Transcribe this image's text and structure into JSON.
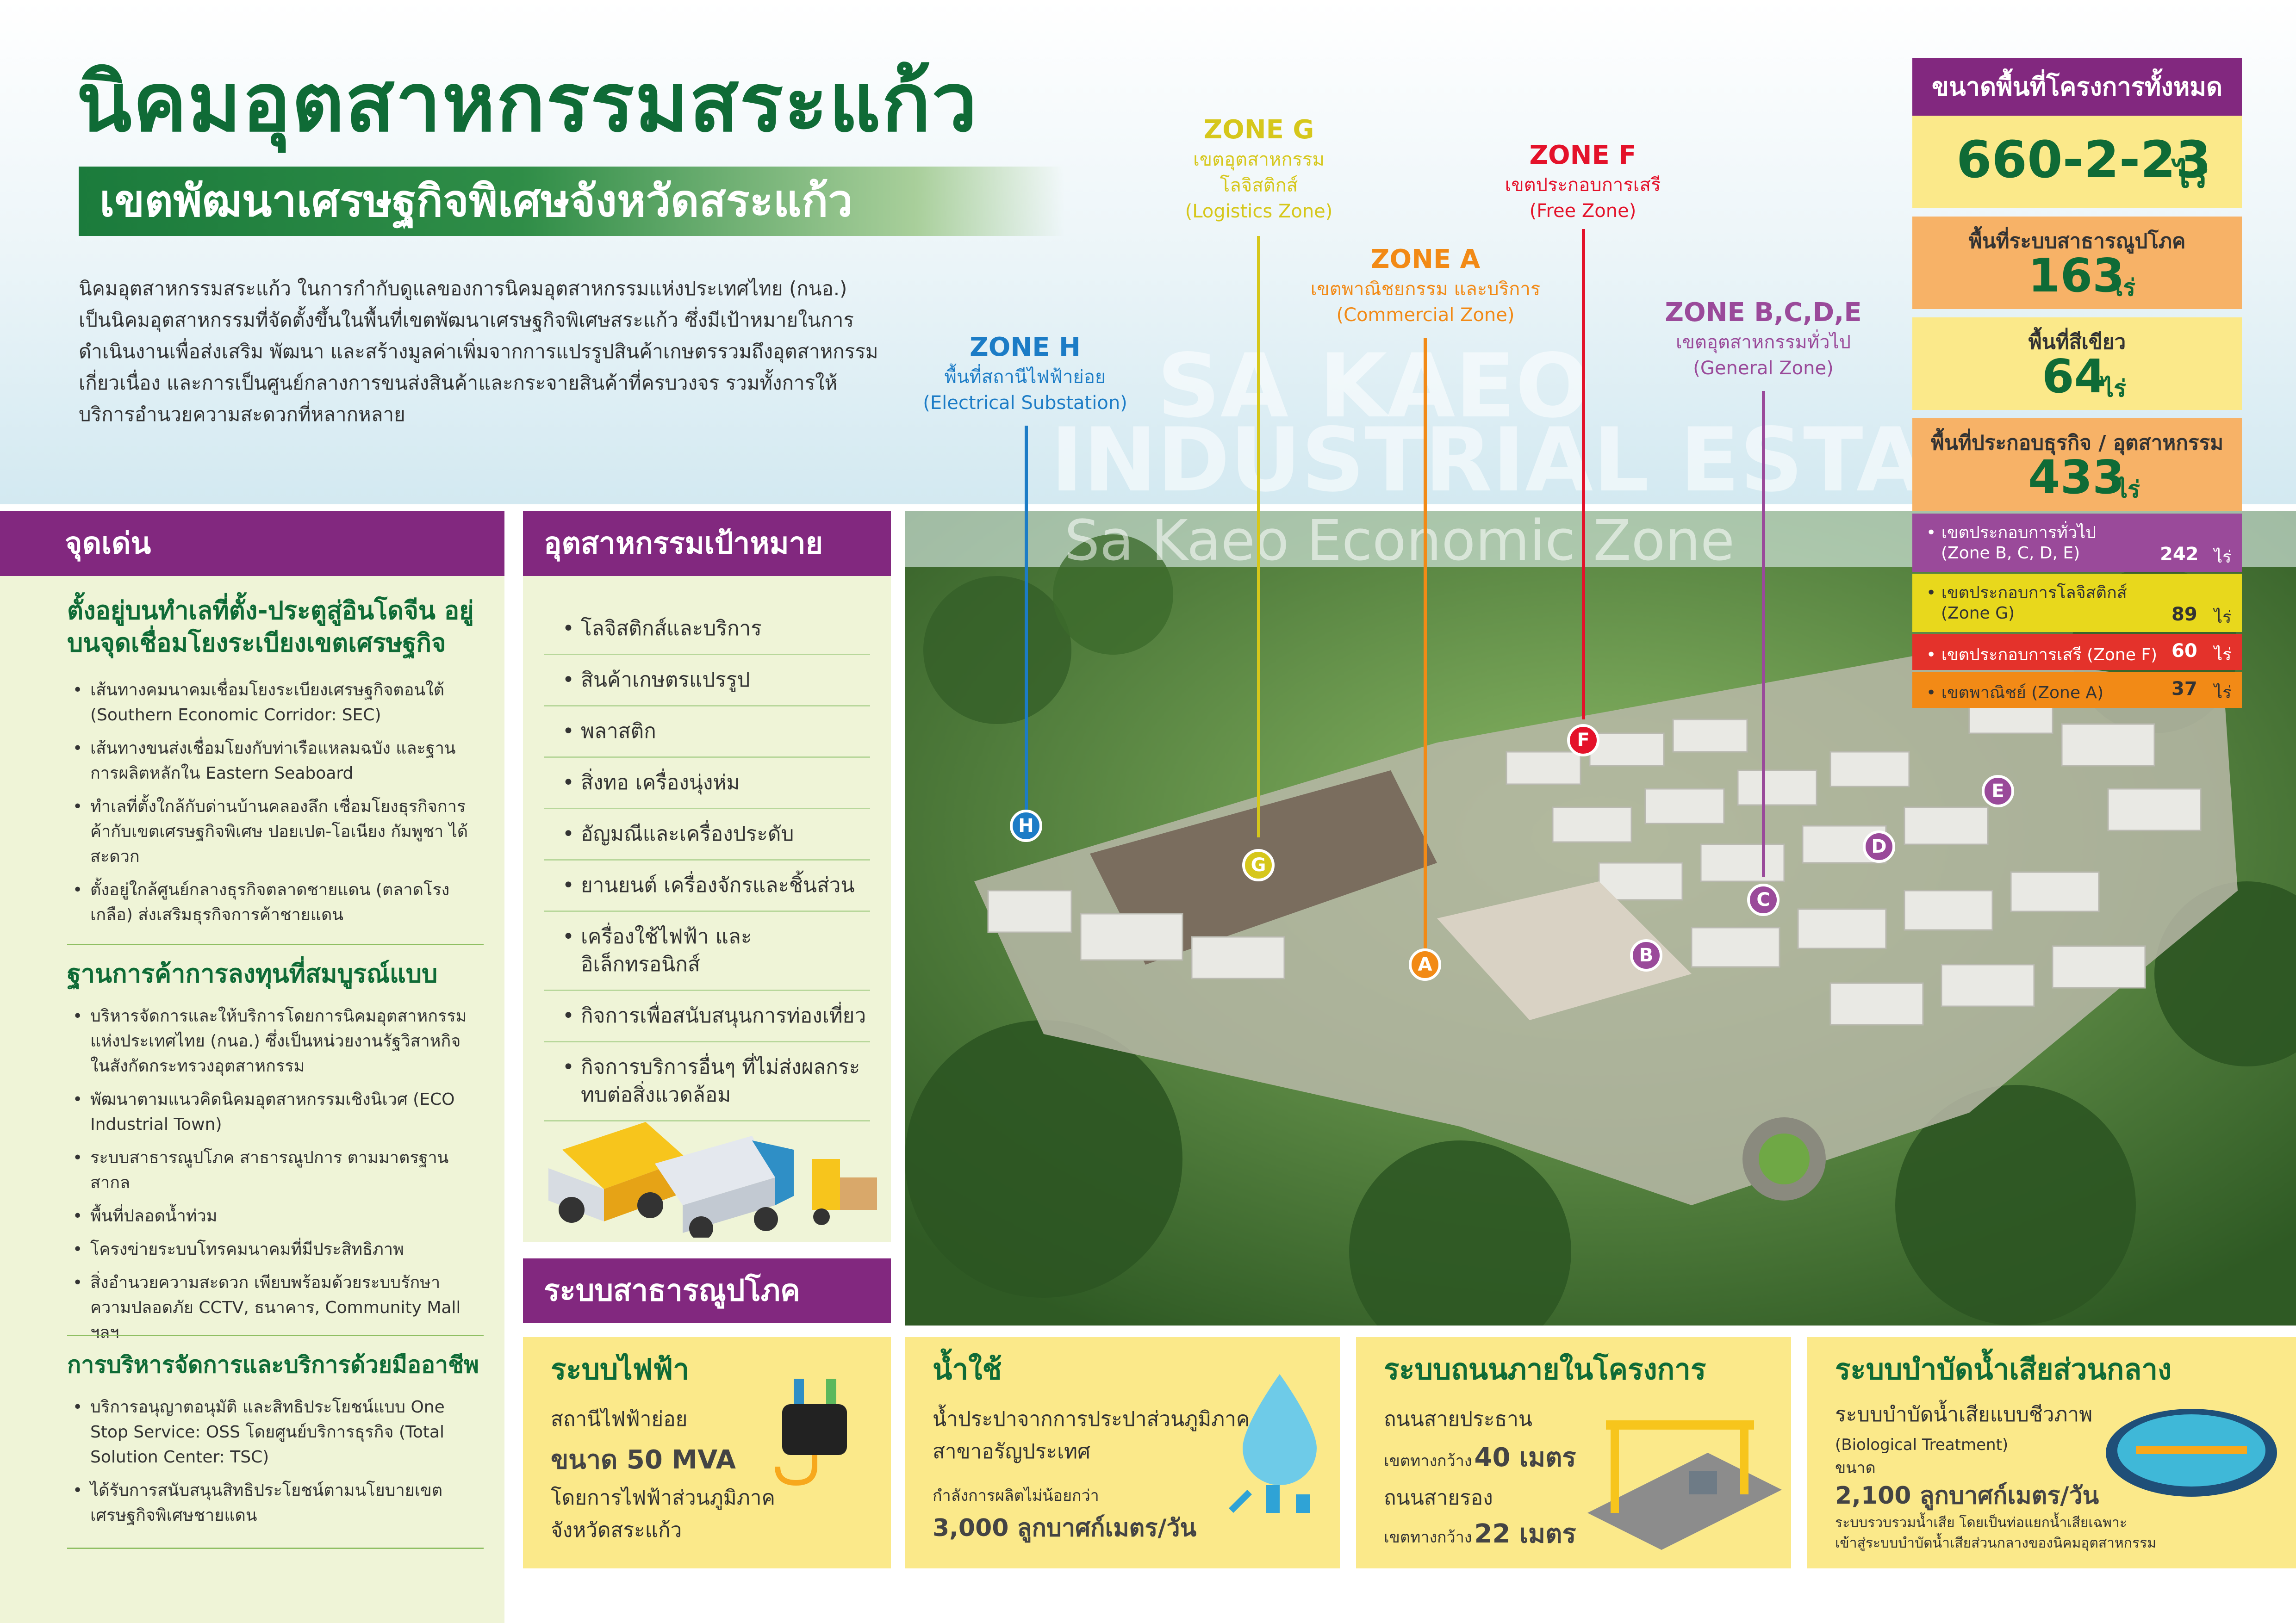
{
  "header": {
    "title": "นิคมอุตสาหกรรมสระแก้ว",
    "subtitle": "เขตพัฒนาเศรษฐกิจพิเศษจังหวัดสระแก้ว",
    "intro": "นิคมอุตสาหกรรมสระแก้ว ในการกำกับดูแลของการนิคมอุตสาหกรรมแห่งประเทศไทย (กนอ.) เป็นนิคมอุตสาหกรรมที่จัดตั้งขึ้นในพื้นที่เขตพัฒนาเศรษฐกิจพิเศษสระแก้ว ซึ่งมีเป้าหมายในการดำเนินงานเพื่อส่งเสริม พัฒนา และสร้างมูลค่าเพิ่มจากการแปรรูปสินค้าเกษตรรวมถึงอุตสาหกรรมเกี่ยวเนื่อง และการเป็นศูนย์กลางการขนส่งสินค้าและกระจายสินค้าที่ครบวงจร รวมทั้งการให้บริการอำนวยความสะดวกที่หลากหลาย"
  },
  "watermark": {
    "line1": "SA KAEO",
    "line2": "INDUSTRIAL ESTATE",
    "line3": "Sa Kaeo Economic Zone"
  },
  "zones": {
    "g": {
      "title": "ZONE G",
      "th": "เขตอุตสาหกรรม",
      "th2": "โลจิสติกส์",
      "en": "(Logistics Zone)",
      "pin": "G"
    },
    "f": {
      "title": "ZONE F",
      "th": "เขตประกอบการเสรี",
      "en": "(Free Zone)",
      "pin": "F"
    },
    "a": {
      "title": "ZONE A",
      "th": "เขตพาณิชยกรรม และบริการ",
      "en": "(Commercial Zone)",
      "pin": "A"
    },
    "bcde": {
      "title": "ZONE B,C,D,E",
      "th": "เขตอุตสาหกรรมทั่วไป",
      "en": "(General Zone)",
      "pin_b": "B",
      "pin_c": "C",
      "pin_d": "D",
      "pin_e": "E"
    },
    "h": {
      "title": "ZONE H",
      "th": "พื้นที่สถานีไฟฟ้าย่อย",
      "en": "(Electrical Substation)",
      "pin": "H"
    }
  },
  "area": {
    "header": "ขนาดพื้นที่โครงการทั้งหมด",
    "total": "660-2-23",
    "unit": "ไร่",
    "utilities_label": "พื้นที่ระบบสาธารณูปโภค",
    "utilities_value": "163",
    "green_label": "พื้นที่สีเขียว",
    "green_value": "64",
    "business_label": "พื้นที่ประกอบธุรกิจ / อุตสาหกรรม",
    "business_value": "433",
    "breakdown": [
      {
        "label": "เขตประกอบการทั่วไป",
        "sub": "(Zone B, C, D, E)",
        "value": "242",
        "unit": "ไร่"
      },
      {
        "label": "เขตประกอบการโลจิสติกส์",
        "sub": "(Zone G)",
        "value": "89",
        "unit": "ไร่"
      },
      {
        "label": "เขตประกอบการเสรี (Zone F)",
        "sub": "",
        "value": "60",
        "unit": "ไร่"
      },
      {
        "label": "เขตพาณิชย์ (Zone A)",
        "sub": "",
        "value": "37",
        "unit": "ไร่"
      }
    ]
  },
  "highlights": {
    "header": "จุดเด่น",
    "s1_title": "ตั้งอยู่บนทำเลที่ตั้ง-ประตูสู่อินโดจีน อยู่บนจุดเชื่อมโยงระเบียงเขตเศรษฐกิจ",
    "s1_items": [
      "เส้นทางคมนาคมเชื่อมโยงระเบียงเศรษฐกิจตอนใต้ (Southern Economic Corridor: SEC)",
      "เส้นทางขนส่งเชื่อมโยงกับท่าเรือแหลมฉบัง และฐานการผลิตหลักใน Eastern Seaboard",
      "ทำเลที่ตั้งใกล้กับด่านบ้านคลองลึก เชื่อมโยงธุรกิจการค้ากับเขตเศรษฐกิจพิเศษ ปอยเปต-โอเนียง กัมพูชา ได้สะดวก",
      "ตั้งอยู่ใกล้ศูนย์กลางธุรกิจตลาดชายแดน (ตลาดโรงเกลือ) ส่งเสริมธุรกิจการค้าชายแดน"
    ],
    "s2_title": "ฐานการค้าการลงทุนที่สมบูรณ์แบบ",
    "s2_items": [
      "บริหารจัดการและให้บริการโดยการนิคมอุตสาหกรรมแห่งประเทศไทย (กนอ.) ซึ่งเป็นหน่วยงานรัฐวิสาหกิจในสังกัดกระทรวงอุตสาหกรรม",
      "พัฒนาตามแนวคิดนิคมอุตสาหกรรมเชิงนิเวศ (ECO Industrial Town)",
      "ระบบสาธารณูปโภค สาธารณูปการ ตามมาตรฐานสากล",
      "พื้นที่ปลอดน้ำท่วม",
      "โครงข่ายระบบโทรคมนาคมที่มีประสิทธิภาพ",
      "สิ่งอำนวยความสะดวก เพียบพร้อมด้วยระบบรักษาความปลอดภัย CCTV, ธนาคาร, Community Mall ฯลฯ"
    ],
    "s3_title": "การบริหารจัดการและบริการด้วยมืออาชีพ",
    "s3_items": [
      "บริการอนุญาตอนุมัติ และสิทธิประโยชน์แบบ One Stop Service: OSS โดยศูนย์บริการธุรกิจ (Total Solution Center: TSC)",
      "ได้รับการสนับสนุนสิทธิประโยชน์ตามนโยบายเขตเศรษฐกิจพิเศษชายแดน"
    ]
  },
  "target": {
    "header": "อุตสาหกรรมเป้าหมาย",
    "items": [
      "โลจิสติกส์และบริการ",
      "สินค้าเกษตรแปรรูป",
      "พลาสติก",
      "สิ่งทอ เครื่องนุ่งห่ม",
      "อัญมณีและเครื่องประดับ",
      "ยานยนต์ เครื่องจักรและชิ้นส่วน",
      "เครื่องใช้ไฟฟ้า และอิเล็กทรอนิกส์",
      "กิจการเพื่อสนับสนุนการท่องเที่ยว",
      "กิจการบริการอื่นๆ ที่ไม่ส่งผลกระทบต่อสิ่งแวดล้อม"
    ]
  },
  "utilities": {
    "header": "ระบบสาธารณูปโภค",
    "power": {
      "title": "ระบบไฟฟ้า",
      "l1": "สถานีไฟฟ้าย่อย",
      "l2": "ขนาด 50 MVA",
      "l3": "โดยการไฟฟ้าส่วนภูมิภาค",
      "l4": "จังหวัดสระแก้ว"
    },
    "water": {
      "title": "น้ำใช้",
      "l1": "น้ำประปาจากการประปาส่วนภูมิภาค",
      "l2": "สาขาอรัญประเทศ",
      "l3": "กำลังการผลิตไม่น้อยกว่า",
      "l4": "3,000 ลูกบาศก์เมตร/วัน"
    },
    "road": {
      "title": "ระบบถนนภายในโครงการ",
      "l1": "ถนนสายประธาน",
      "l2a": "เขตทางกว้าง",
      "l2b": "40 เมตร",
      "l3": "ถนนสายรอง",
      "l4a": "เขตทางกว้าง",
      "l4b": "22 เมตร"
    },
    "wastewater": {
      "title": "ระบบบำบัดน้ำเสียส่วนกลาง",
      "l1": "ระบบบำบัดน้ำเสียแบบชีวภาพ",
      "l2": "(Biological Treatment)",
      "l3": "ขนาด",
      "l4": "2,100 ลูกบาศก์เมตร/วัน",
      "l5": "ระบบรวบรวมน้ำเสีย โดยเป็นท่อแยกน้ำเสียเฉพาะ",
      "l6": "เข้าสู่ระบบบำบัดน้ำเสียส่วนกลางของนิคมอุตสาหกรรม"
    }
  },
  "colors": {
    "green": "#0f6b36",
    "purple": "#82287f",
    "yellow": "#fbe98a",
    "orange": "#f7b267",
    "red": "#e4322b",
    "zone_g": "#d6c71b",
    "zone_f": "#e4122a",
    "zone_a": "#f28a16",
    "zone_bcde": "#9a4a9a",
    "zone_h": "#1c7cc6"
  }
}
